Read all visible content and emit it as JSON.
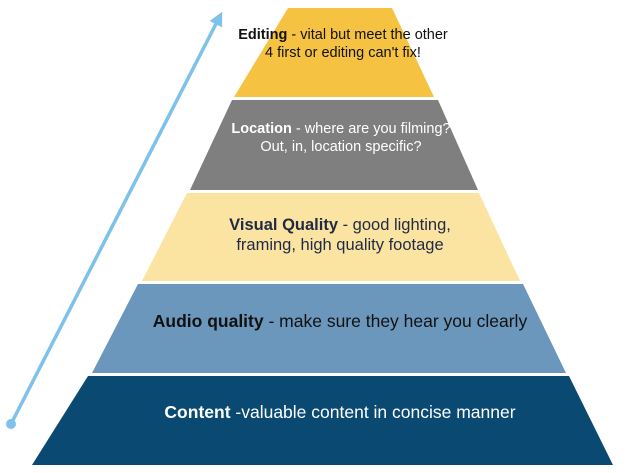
{
  "pyramid": {
    "tiers": [
      {
        "head": "Editing",
        "body": " - vital but meet the other 4 first or editing can't fix!",
        "fill": "#f5c242"
      },
      {
        "head": "Location",
        "body": " - where are you filming? Out, in, location specific?",
        "fill": "#7f7f7f"
      },
      {
        "head": "Visual Quality",
        "body": " - good lighting, framing, high quality footage",
        "fill": "#fbe3a1"
      },
      {
        "head": "Audio quality",
        "body": " - make sure they hear you clearly",
        "fill": "#6b97bd"
      },
      {
        "head": "Content",
        "body": " -valuable content in concise manner",
        "fill": "#0a4a72"
      }
    ]
  },
  "arrow": {
    "color": "#7ec1ea"
  }
}
